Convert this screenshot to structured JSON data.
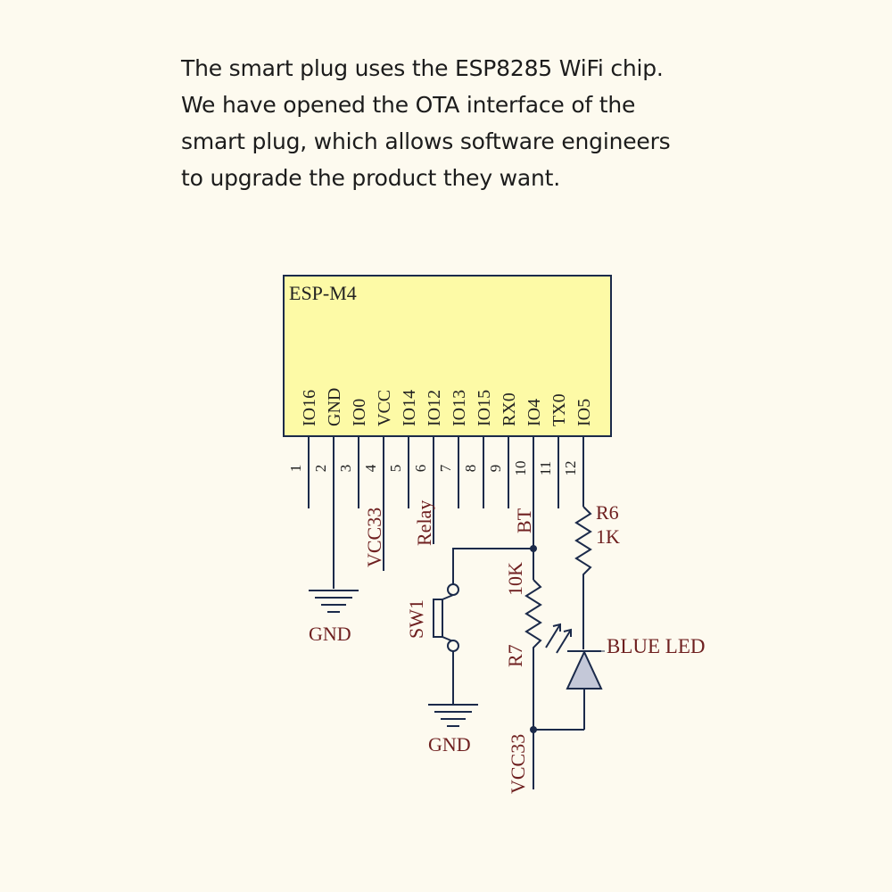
{
  "intro": {
    "lines": [
      "The smart plug uses the ESP8285 WiFi chip.",
      "We have opened the OTA interface of the",
      "smart plug, which allows software engineers",
      "to upgrade the product they want."
    ]
  },
  "schematic": {
    "chip": {
      "name": "ESP-M4",
      "fill": "#fdfaa6",
      "pins": [
        {
          "number": "1",
          "label": "IO16"
        },
        {
          "number": "2",
          "label": "GND"
        },
        {
          "number": "3",
          "label": "IO0"
        },
        {
          "number": "4",
          "label": "VCC"
        },
        {
          "number": "5",
          "label": "IO14"
        },
        {
          "number": "6",
          "label": "IO12"
        },
        {
          "number": "7",
          "label": "IO13"
        },
        {
          "number": "8",
          "label": "IO15"
        },
        {
          "number": "9",
          "label": "RX0"
        },
        {
          "number": "10",
          "label": "IO4"
        },
        {
          "number": "11",
          "label": "TX0"
        },
        {
          "number": "12",
          "label": "IO5"
        }
      ]
    },
    "nets": {
      "vcc_pin": "VCC33",
      "relay": "Relay",
      "bt": "BT",
      "gnd_left": "GND",
      "gnd_switch": "GND",
      "vcc_bottom": "VCC33"
    },
    "components": {
      "switch": "SW1",
      "r7_name": "R7",
      "r7_value": "10K",
      "r6_name": "R6",
      "r6_value": "1K",
      "led": "BLUE  LED"
    },
    "colors": {
      "wire": "#1b2a4a",
      "label": "#6e1f1f",
      "led_fill": "#c4c8d8"
    }
  }
}
